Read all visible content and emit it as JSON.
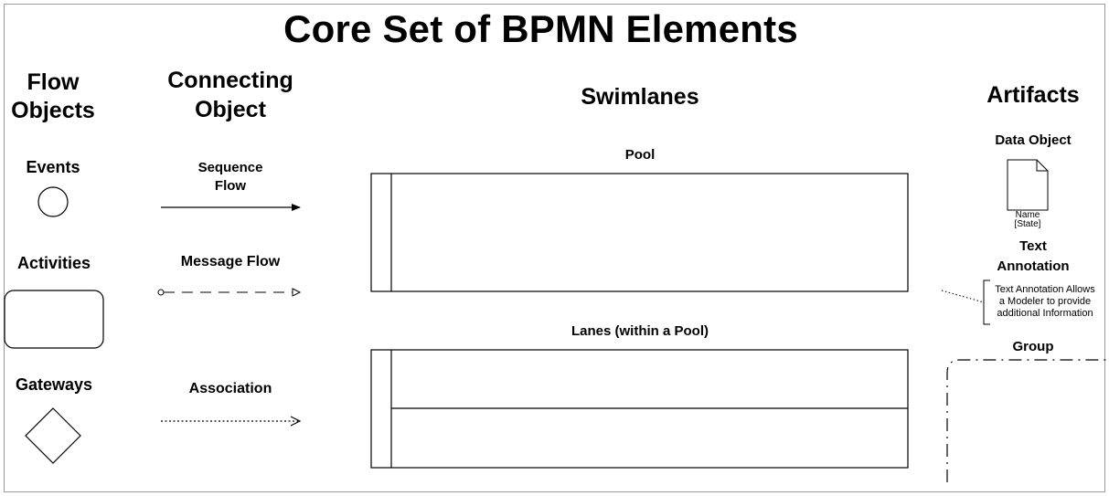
{
  "title": "Core Set of BPMN Elements",
  "columns": {
    "flow_objects": {
      "heading": [
        "Flow",
        "Objects"
      ],
      "items": [
        "Events",
        "Activities",
        "Gateways"
      ]
    },
    "connecting_object": {
      "heading": [
        "Connecting",
        "Object"
      ],
      "items": [
        "Sequence",
        "Flow",
        "Message Flow",
        "Association"
      ]
    },
    "swimlanes": {
      "heading": "Swimlanes",
      "items": [
        "Pool",
        "Lanes (within a Pool)"
      ]
    },
    "artifacts": {
      "heading": "Artifacts",
      "data_object": {
        "label": "Data Object",
        "name": "Name",
        "state": "[State]"
      },
      "text_annotation": {
        "label": [
          "Text",
          "Annotation"
        ],
        "text": [
          "Text Annotation Allows",
          "a Modeler to provide",
          "additional Information"
        ]
      },
      "group": {
        "label": "Group"
      }
    }
  }
}
